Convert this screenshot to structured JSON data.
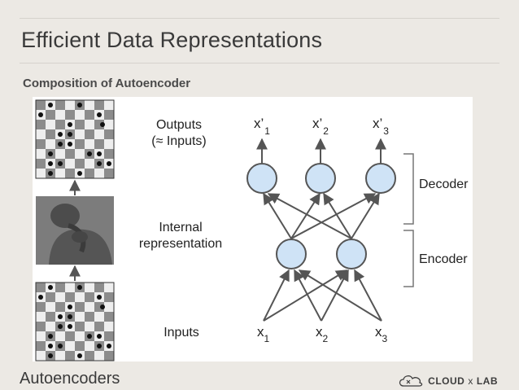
{
  "slide": {
    "title": "Efficient Data Representations",
    "subtitle": "Composition of Autoencoder",
    "footer": "Autoencoders",
    "brand": {
      "left": "CLOUD",
      "mid": "x",
      "right": "LAB"
    }
  },
  "diagram": {
    "left_labels": {
      "outputs": "Outputs",
      "outputs_note": "(≈ Inputs)",
      "internal_1": "Internal",
      "internal_2": "representation",
      "inputs": "Inputs"
    },
    "outputs": [
      {
        "base": "x’",
        "sub": "1"
      },
      {
        "base": "x’",
        "sub": "2"
      },
      {
        "base": "x’",
        "sub": "3"
      }
    ],
    "inputs": [
      {
        "base": "x",
        "sub": "1"
      },
      {
        "base": "x",
        "sub": "2"
      },
      {
        "base": "x",
        "sub": "3"
      }
    ],
    "brackets": {
      "decoder": "Decoder",
      "encoder": "Encoder"
    },
    "colors": {
      "node_fill": "#cfe3f6",
      "node_stroke": "#555555",
      "arrow": "#555555"
    }
  },
  "icons": [
    "chessboard-icon",
    "thinker-statue-image",
    "chessboard-icon",
    "cloud-logo-icon"
  ]
}
